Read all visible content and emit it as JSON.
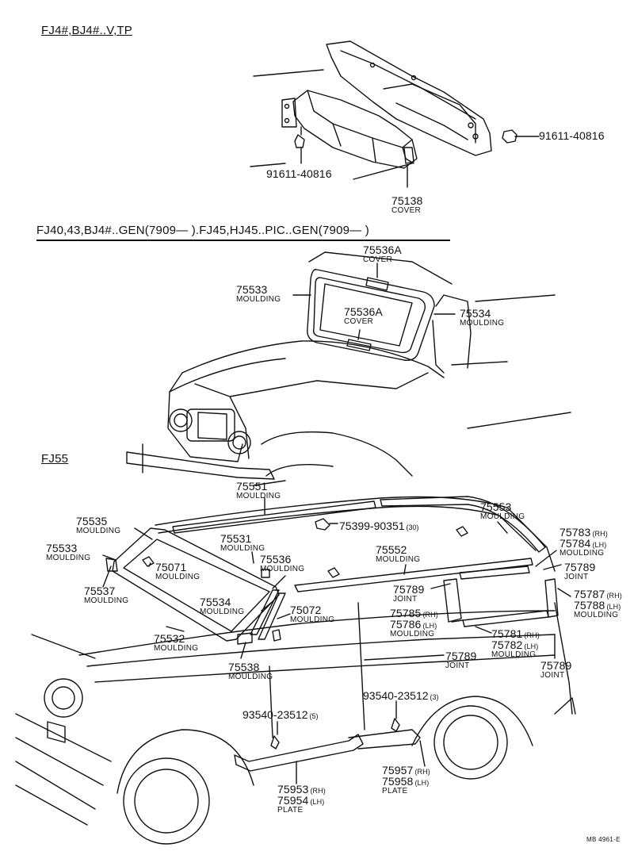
{
  "sections": {
    "top_title": "FJ4#,BJ4#..V,TP",
    "middle_title": "FJ40,43,BJ4#..GEN(7909—        ).FJ45,HJ45..PIC..GEN(7909—          )",
    "bottom_title": "FJ55"
  },
  "callouts": {
    "c91611_right": {
      "num": "91611-40816"
    },
    "c91611_left": {
      "num": "91611-40816"
    },
    "c75138": {
      "num": "75138",
      "sub": "COVER"
    },
    "c75536A_top": {
      "num": "75536A",
      "sub": "COVER"
    },
    "c75533_mid": {
      "num": "75533",
      "sub": "MOULDING"
    },
    "c75534_mid": {
      "num": "75534",
      "sub": "MOULDING"
    },
    "c75536A_mid": {
      "num": "75536A",
      "sub": "COVER"
    },
    "c75551": {
      "num": "75551",
      "sub": "MOULDING"
    },
    "c75553": {
      "num": "75553",
      "sub": "MOULDING"
    },
    "c75399": {
      "num": "75399-90351",
      "qty": "(30)"
    },
    "c75535": {
      "num": "75535",
      "sub": "MOULDING"
    },
    "c75531": {
      "num": "75531",
      "sub": "MOULDING"
    },
    "c75533_b": {
      "num": "75533",
      "sub": "MOULDING"
    },
    "c75071": {
      "num": "75071",
      "sub": "MOULDING"
    },
    "c75536_b": {
      "num": "75536",
      "sub": "MOULDING"
    },
    "c75552": {
      "num": "75552",
      "sub": "MOULDING"
    },
    "c75783": {
      "num": "75783",
      "num_tag": "(RH)",
      "num2": "75784",
      "num2_tag": "(LH)",
      "sub": "MOULDING"
    },
    "c75789_r1": {
      "num": "75789",
      "sub": "JOINT"
    },
    "c75537": {
      "num": "75537",
      "sub": "MOULDING"
    },
    "c75534_b": {
      "num": "75534",
      "sub": "MOULDING"
    },
    "c75072": {
      "num": "75072",
      "sub": "MOULDING"
    },
    "c75789_mid": {
      "num": "75789",
      "sub": "JOINT"
    },
    "c75785": {
      "num": "75785",
      "num_tag": "(RH)",
      "num2": "75786",
      "num2_tag": "(LH)",
      "sub": "MOULDING"
    },
    "c75787": {
      "num": "75787",
      "num_tag": "(RH)",
      "num2": "75788",
      "num2_tag": "(LH)",
      "sub": "MOULDING"
    },
    "c75532": {
      "num": "75532",
      "sub": "MOULDING"
    },
    "c75781": {
      "num": "75781",
      "num_tag": "(RH)",
      "num2": "75782",
      "num2_tag": "(LH)",
      "sub": "MOULDING"
    },
    "c75789_low": {
      "num": "75789",
      "sub": "JOINT"
    },
    "c75789_r2": {
      "num": "75789",
      "sub": "JOINT"
    },
    "c75538": {
      "num": "75538",
      "sub": "MOULDING"
    },
    "c93540_left": {
      "num": "93540-23512",
      "qty": "(5)"
    },
    "c93540_right": {
      "num": "93540-23512",
      "qty": "(3)"
    },
    "c75957": {
      "num": "75957",
      "num_tag": "(RH)",
      "num2": "75958",
      "num2_tag": "(LH)",
      "sub": "PLATE"
    },
    "c75953": {
      "num": "75953",
      "num_tag": "(RH)",
      "num2": "75954",
      "num2_tag": "(LH)",
      "sub": "PLATE"
    }
  },
  "footer": {
    "ref": "MB 4961-E"
  }
}
